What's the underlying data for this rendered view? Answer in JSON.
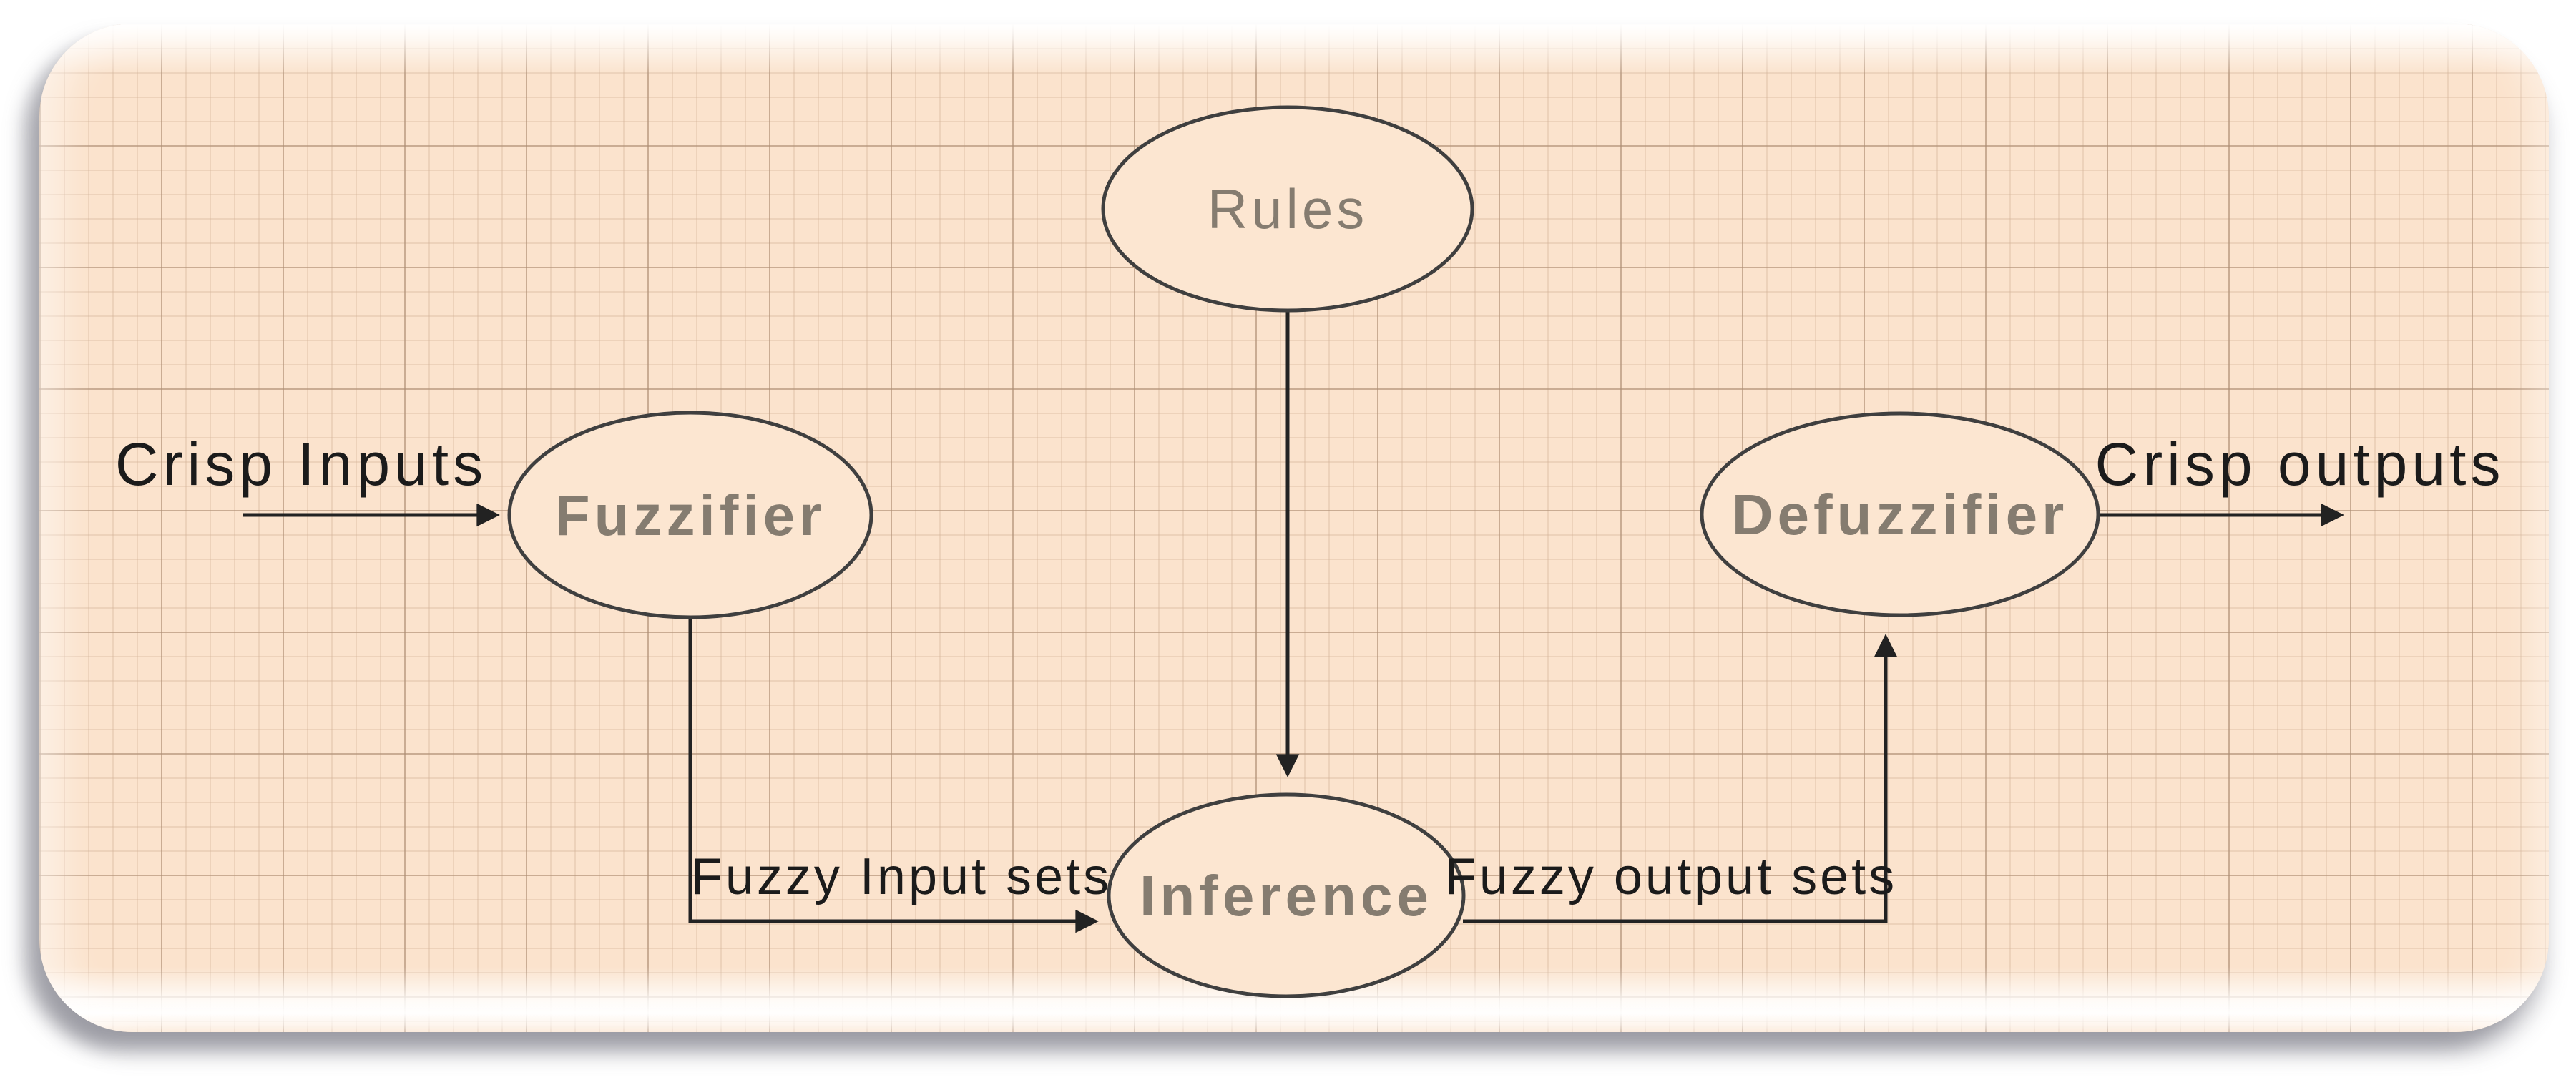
{
  "diagram": {
    "nodes": [
      {
        "id": "rules",
        "label": "Rules"
      },
      {
        "id": "fuzzifier",
        "label": "Fuzzifier"
      },
      {
        "id": "inference",
        "label": "Inference"
      },
      {
        "id": "defuzzifier",
        "label": "Defuzzifier"
      }
    ],
    "edge_labels": [
      {
        "id": "crisp-inputs",
        "text": "Crisp Inputs"
      },
      {
        "id": "fuzzy-input-sets",
        "text": "Fuzzy Input sets"
      },
      {
        "id": "fuzzy-output-sets",
        "text": "Fuzzy output sets"
      },
      {
        "id": "crisp-outputs",
        "text": "Crisp outputs"
      }
    ],
    "edges": [
      {
        "from": "external-input",
        "to": "fuzzifier",
        "label": "Crisp Inputs"
      },
      {
        "from": "fuzzifier",
        "to": "inference",
        "label": "Fuzzy Input sets"
      },
      {
        "from": "rules",
        "to": "inference",
        "label": ""
      },
      {
        "from": "inference",
        "to": "defuzzifier",
        "label": "Fuzzy output sets"
      },
      {
        "from": "defuzzifier",
        "to": "external-output",
        "label": "Crisp outputs"
      }
    ],
    "colors": {
      "card_background": "#fbe3cd",
      "node_fill": "#fce6d1",
      "node_stroke": "#3f3f3f",
      "node_text": "#857c70",
      "edge_text": "#1b1b1b",
      "line": "#222222"
    }
  }
}
